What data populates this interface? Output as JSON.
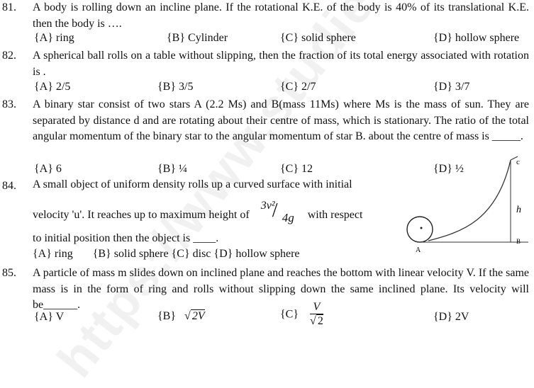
{
  "watermark": "https://www.studies",
  "q81": {
    "num": "81.",
    "text": "A body is rolling down an incline plane. If the rotational K.E. of the body is 40% of its translational K.E. then the body is ….",
    "options": [
      "{A} ring",
      "{B} Cylinder",
      "{C} solid sphere",
      "{D} hollow sphere"
    ]
  },
  "q82": {
    "num": "82.",
    "text": "A spherical ball rolls on a table without slipping, then the fraction of its total energy associated with rotation is .",
    "options": [
      "{A} 2/5",
      "{B} 3/5",
      "{C} 2/7",
      "{D} 3/7"
    ]
  },
  "q83": {
    "num": "83.",
    "text": "A binary star consist of two stars A (2.2 Ms) and B(mass 11Ms) where Ms is the mass of sun. They are separated by distance d and are rotating about their centre of mass, which is stationary. The ratio of the total angular momentum of the binary star to the angular momentum of star B. about the centre of mass is _____.",
    "options": [
      "{A}  6",
      "{B} ¼",
      "{C}  12",
      "{D}  ½"
    ]
  },
  "q84": {
    "num": "84.",
    "line1": "A small object of uniform density rolls up a curved surface with initial",
    "line2_pre": "velocity 'u'. It reaches up to maximum height of",
    "line2_num": "3v²",
    "line2_den": "4g",
    "line2_post": "with respect",
    "line3": "to initial position then the object is ____.",
    "options_line": "{A} ring       {B} solid sphere {C} disc {D} hollow sphere",
    "figure": {
      "label_c": "c",
      "label_h": "h",
      "label_a": "A",
      "label_b": "B"
    }
  },
  "q85": {
    "num": "85.",
    "text": "A particle of mass m slides down on inclined plane and reaches the bottom with linear velocity V. If the same mass is in the form of ring and rolls without slipping down the same inclined plane. Its velocity will be______.",
    "opt_a": "{A}  V",
    "opt_b_label": "{B}",
    "opt_b_root": "2V",
    "opt_c_label": "{C}",
    "opt_c_num": "V",
    "opt_c_root": "2",
    "opt_d": "{D}  2V"
  }
}
